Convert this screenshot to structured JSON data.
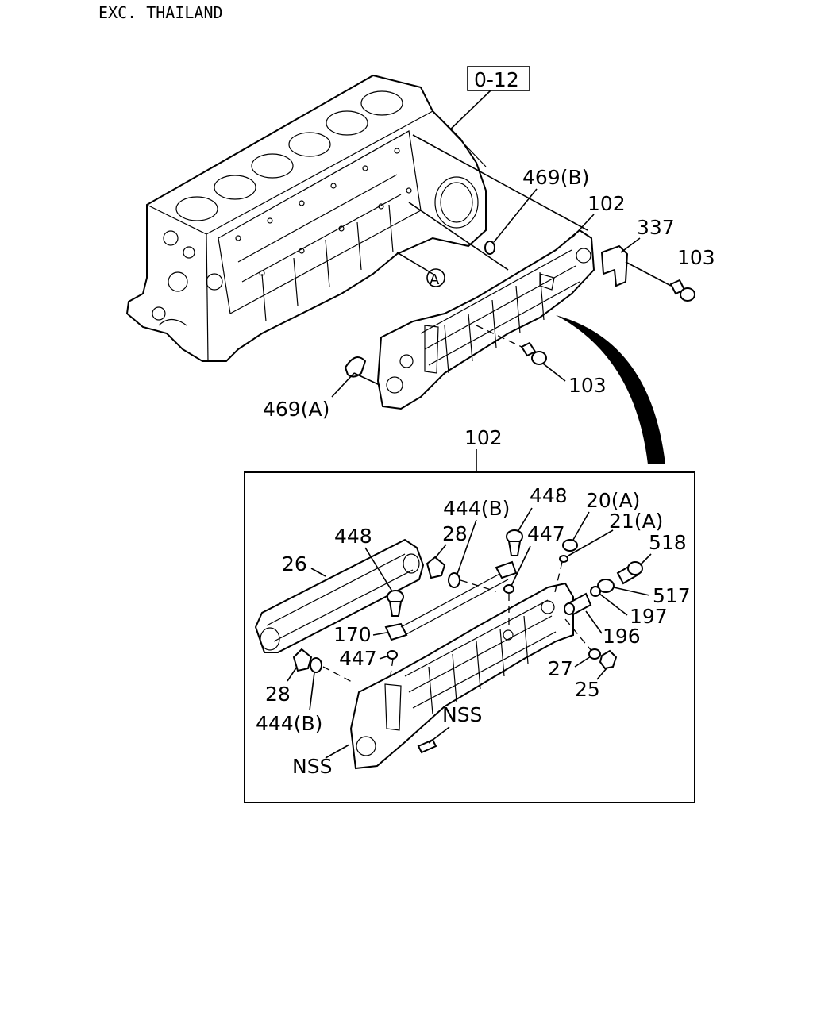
{
  "header": {
    "title": "EXC. THAILAND"
  },
  "ref_box": {
    "text": "0-12"
  },
  "callout_circle": {
    "text": "A"
  },
  "upper_labels": {
    "l469b": "469(B)",
    "l102": "102",
    "l337": "337",
    "l103_right": "103",
    "l103_mid": "103",
    "l469a": "469(A)"
  },
  "detail": {
    "title": "102",
    "labels": {
      "l448_top": "448",
      "l20a": "20(A)",
      "l444b_top": "444(B)",
      "l21a": "21(A)",
      "l448_left": "448",
      "l28_top": "28",
      "l447_top": "447",
      "l518": "518",
      "l26": "26",
      "l517": "517",
      "l197": "197",
      "l170": "170",
      "l196": "196",
      "l447_left": "447",
      "l27": "27",
      "l28_bottom": "28",
      "l25": "25",
      "l444b_bottom": "444(B)",
      "lnss_right": "NSS",
      "lnss_left": "NSS"
    }
  }
}
